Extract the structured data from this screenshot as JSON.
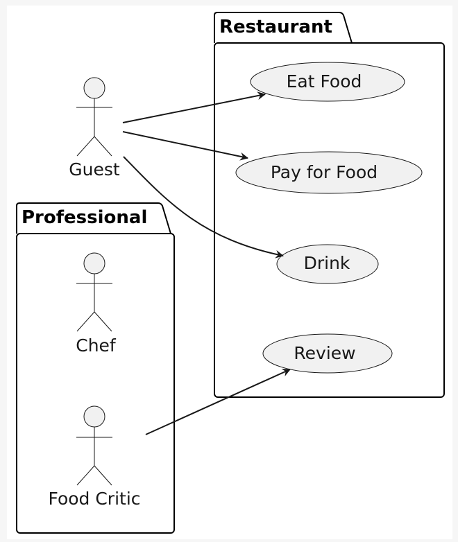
{
  "packages": {
    "restaurant": {
      "title": "Restaurant"
    },
    "professional": {
      "title": "Professional"
    }
  },
  "actors": {
    "guest": {
      "label": "Guest"
    },
    "chef": {
      "label": "Chef"
    },
    "food_critic": {
      "label": "Food Critic"
    }
  },
  "use_cases": {
    "eat_food": {
      "label": "Eat Food"
    },
    "pay_for_food": {
      "label": "Pay for Food"
    },
    "drink": {
      "label": "Drink"
    },
    "review": {
      "label": "Review"
    }
  },
  "colors": {
    "use_case_fill": "#f1f1f1",
    "line": "#181818",
    "package_border": "#000000",
    "background": "#ffffff"
  }
}
